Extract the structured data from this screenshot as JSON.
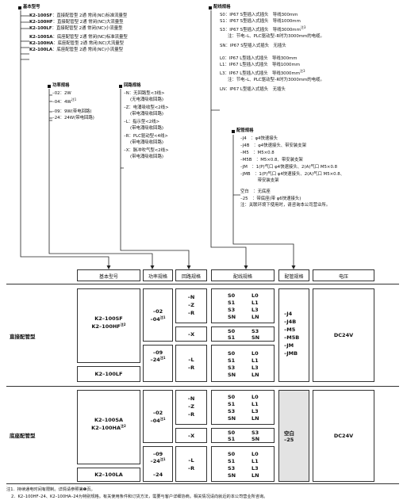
{
  "basic_models": {
    "title": "基本型号",
    "items": [
      {
        "model": "K2-100SF",
        "desc": "：直接配管型 2通 常闭(NC)标准流量型"
      },
      {
        "model": "K2-100HF",
        "desc": "：直接配管型 2通 常闭(NC)大流量型"
      },
      {
        "model": "K2-100LF",
        "desc": "：直接配管型 2通 常闭(NC)小流量型"
      },
      {
        "model": "K2-100SA",
        "desc": "：底座配管型 2通 常闭(NC)标准流量型"
      },
      {
        "model": "K2-100HA",
        "desc": "：底座配管型 2通 常闭(NC)大流量型"
      },
      {
        "model": "K2-100LA",
        "desc": "：底座配管型 2通 常闭(NC)小流量型"
      }
    ]
  },
  "power": {
    "title": "功率规格",
    "items": [
      "–02：2W",
      "–04：4W",
      "–09：9W(带电回路)",
      "–24：24W(带电回路)"
    ],
    "note_mark": "注1"
  },
  "circuit": {
    "title": "回路规格",
    "items": [
      {
        "code": "–N：无回路型<3线>",
        "sub": "(无电涌吸收回路)"
      },
      {
        "code": "–Z：电涌吸收型<2线>",
        "sub": "(带电涌吸收回路)"
      },
      {
        "code": "–L：指示型<2线>",
        "sub": "(带电涌吸收回路)"
      },
      {
        "code": "–R：PLC驱动型<4线>",
        "sub": "(带电涌吸收回路)"
      },
      {
        "code": "–X：脉冲吹气型<2线>",
        "sub": "(带电涌吸收回路)"
      }
    ]
  },
  "wiring": {
    "title": "配线规格",
    "lines": [
      "S0：IP67 S型插入式插头　导线300mm",
      "S1：IP67 S型插入式插头　导线1000mm",
      "S3：IP67 S型插入式插头　导线3000mm",
      "注：节电–L、PLC驱动型–R时为3000mm的电缆。",
      "SN：IP67 S型插入式插头　无插头",
      "L0：IP67 L型插入式插头　导线300mm",
      "L1：IP67 L型插入式插头　导线1000mm",
      "L3：IP67 L型插入式插头　导线3000mm",
      "注：节电–L、PLC驱动型–R时为3000mm的电缆。",
      "LN：IP67 L型插入式插头　无插头"
    ],
    "note_mark": "注3"
  },
  "piping": {
    "title": "配管规格",
    "lines": [
      "–J4　：φ4快速接头",
      "–J4B　：φ4快速接头、带安装支架",
      "–M5　：M5×0.8",
      "–M5B　：M5×0.8、带安装支架",
      "–JM　：1(P)气口 φ4快速接头、2(A)气口 M5×0.8",
      "–JMB　：1(P)气口 φ4快速接头、2(A)气口 M5×0.8、",
      "　　　　带安装支架",
      "空白　：无底座",
      "–25　：带底座(带 φ6快速接头)",
      "注：关联环境下使用时，请咨询本公司营业所。"
    ]
  },
  "table": {
    "headers": [
      "基本型号",
      "功率规格",
      "回路规格",
      "配线规格",
      "配管规格",
      "电压"
    ],
    "group1": {
      "label": "直接配管型",
      "models": [
        "K2–100SF",
        "K2–100HF"
      ],
      "model_lf": "K2–100LF",
      "power_a": [
        "–02",
        "–04"
      ],
      "power_b": [
        "–09",
        "–24"
      ],
      "circuit_a": [
        "–N",
        "–Z",
        "–R"
      ],
      "circuit_x": "–X",
      "circuit_b": [
        "–L",
        "–R"
      ],
      "wiring_a": [
        "S0",
        "L0",
        "S1",
        "L1",
        "S3",
        "L3",
        "SN",
        "LN"
      ],
      "wiring_x": [
        "S0",
        "S3",
        "S1",
        "SN"
      ],
      "piping": [
        "–J4",
        "–J4B",
        "–M5",
        "–M5B",
        "–JM",
        "–JMB"
      ],
      "voltage": "DC24V"
    },
    "group2": {
      "label": "底座配管型",
      "models": [
        "K2–100SA",
        "K2–100HA"
      ],
      "model_la": "K2–100LA",
      "piping": [
        "空白",
        "–25"
      ],
      "voltage": "DC24V"
    }
  },
  "footnotes": [
    "注1．持续通电时间有限制。详情请参照第❶页。",
    "2．K2–100HF–24、K2–100HA–24为特别规格。有关使用条件和订货方法，需要与客户详细协商。相关情况请向就近的本公司营业所咨询。"
  ]
}
